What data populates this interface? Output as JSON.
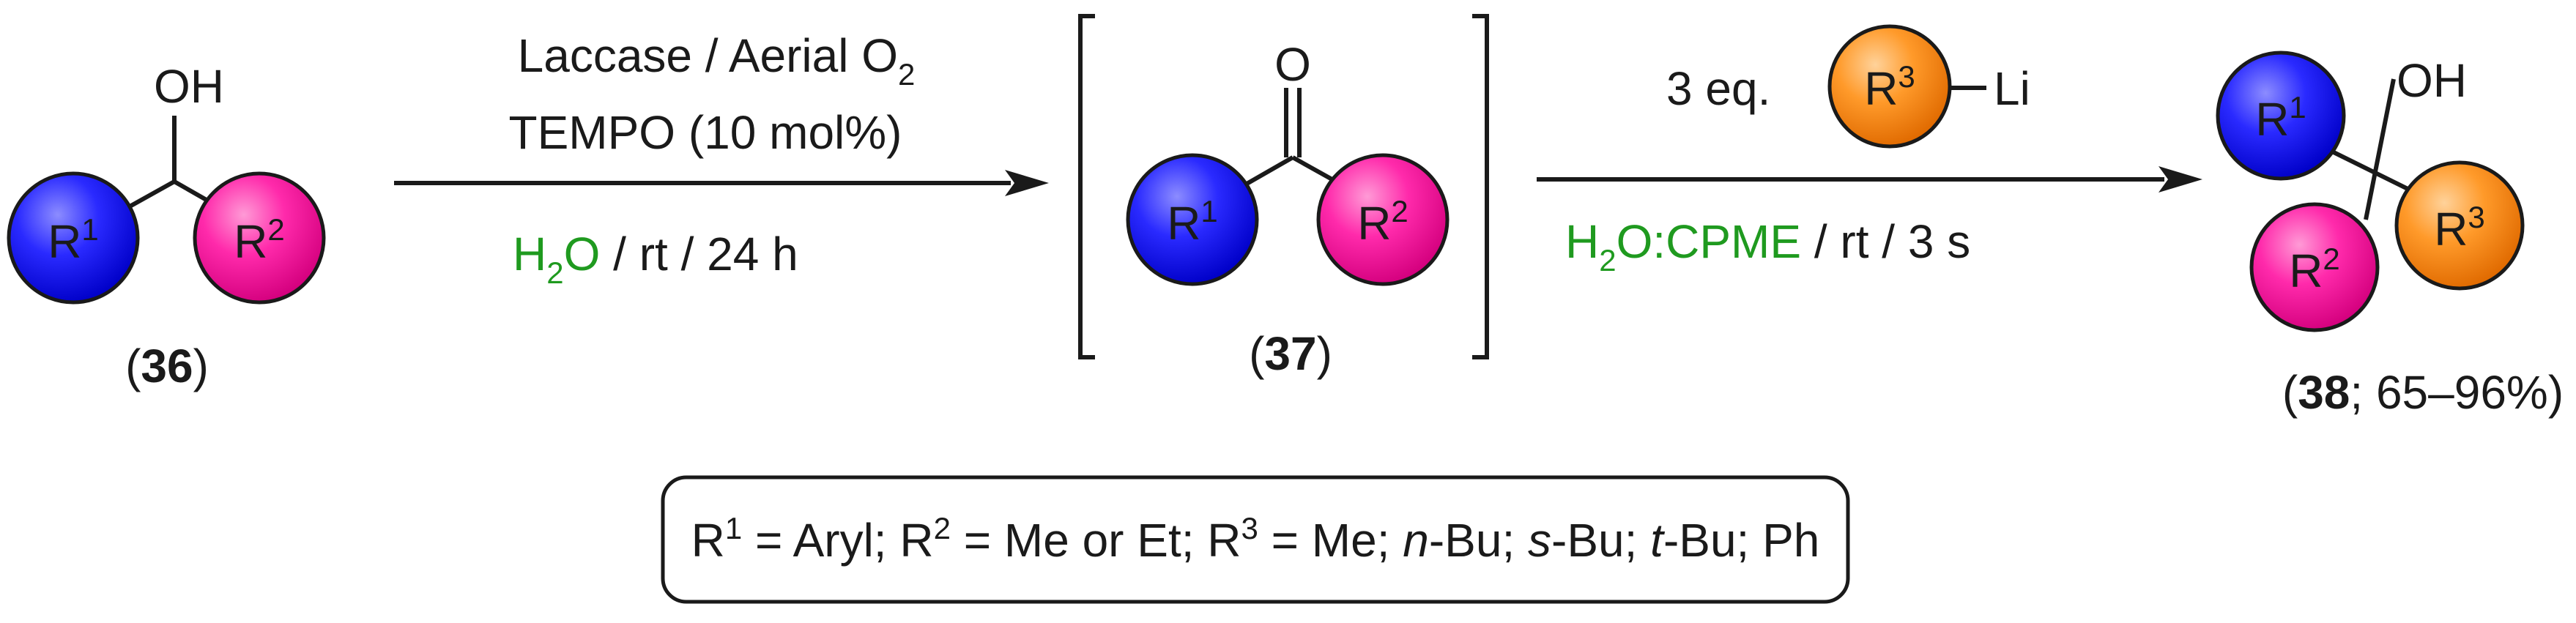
{
  "colors": {
    "r1": "#1a1aff",
    "r2": "#ff1aa8",
    "r3": "#ff8c1a",
    "green": "#1f9a1f",
    "ink": "#1a1a1a"
  },
  "compound36": {
    "oh": "OH",
    "r1": "R",
    "r1_sup": "1",
    "r2": "R",
    "r2_sup": "2",
    "label_open": "(",
    "label_num": "36",
    "label_close": ")"
  },
  "step1": {
    "line1": "Laccase / Aerial O",
    "line1_sub": "2",
    "line2": "TEMPO (10 mol%)",
    "line3_h": "H",
    "line3_sub": "2",
    "line3_o": "O",
    "line3_rest": " / rt / 24 h"
  },
  "compound37": {
    "o": "O",
    "r1": "R",
    "r1_sup": "1",
    "r2": "R",
    "r2_sup": "2",
    "label_open": "(",
    "label_num": "37",
    "label_close": ")"
  },
  "step2": {
    "eq": "3 eq.",
    "r3": "R",
    "r3_sup": "3",
    "li": "Li",
    "cond_green": "H2O:CPME",
    "cond_h": "H",
    "cond_sub": "2",
    "cond_rest_green": "O:CPME",
    "cond_rest": " / rt / 3 s"
  },
  "compound38": {
    "oh": "OH",
    "r1": "R",
    "r1_sup": "1",
    "r2": "R",
    "r2_sup": "2",
    "r3": "R",
    "r3_sup": "3",
    "label_open": "(",
    "label_num": "38",
    "label_rest": "; 65–96%)"
  },
  "legend": {
    "r": "R",
    "s1": "1",
    "t1": " = Aryl; ",
    "s2": "2",
    "t2": " = Me or Et; ",
    "s3": "3",
    "t3": " = Me; ",
    "n": "n",
    "t4": "-Bu; ",
    "sec": "s",
    "t5": "-Bu; ",
    "tert": "t",
    "t6": "-Bu; Ph"
  }
}
